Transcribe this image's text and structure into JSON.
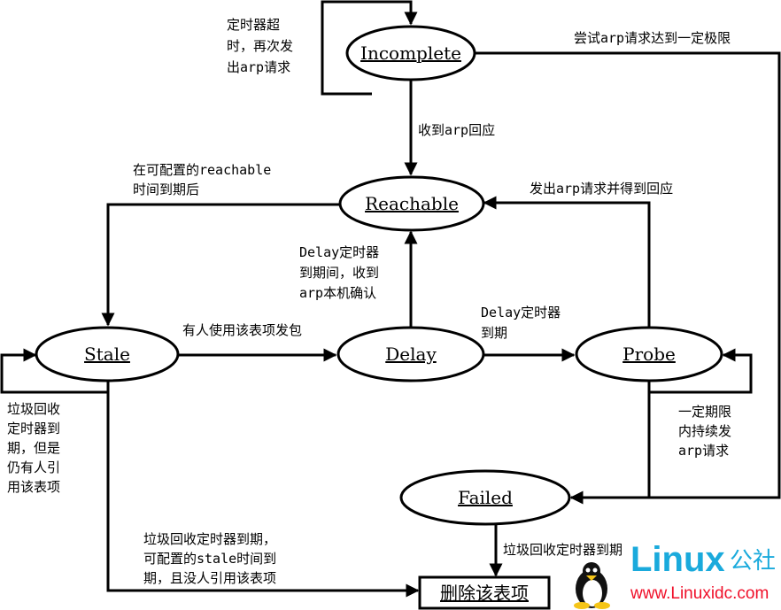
{
  "states": {
    "incomplete": "Incomplete",
    "reachable": "Reachable",
    "stale": "Stale",
    "delay": "Delay",
    "probe": "Probe",
    "failed": "Failed",
    "delete": "删除该表项"
  },
  "transitions": {
    "incomplete_loop": [
      "定时器超",
      "时，再次发",
      "出arp请求"
    ],
    "incomplete_to_failed": "尝试arp请求达到一定极限",
    "incomplete_to_reachable": "收到arp回应",
    "reachable_to_stale": [
      "在可配置的reachable",
      "时间到期后"
    ],
    "probe_to_reachable": "发出arp请求并得到回应",
    "delay_to_reachable": [
      "Delay定时器",
      "到期间，收到",
      "arp本机确认"
    ],
    "stale_to_delay": "有人使用该表项发包",
    "delay_to_probe": [
      "Delay定时器",
      "到期"
    ],
    "stale_loop": [
      "垃圾回收",
      "定时器到",
      "期，但是",
      "仍有人引",
      "用该表项"
    ],
    "probe_loop": [
      "一定期限",
      "内持续发",
      "arp请求"
    ],
    "stale_to_delete": [
      "垃圾回收定时器到期，",
      "可配置的stale时间到",
      "期，且没人引用该表项"
    ],
    "failed_to_delete": "垃圾回收定时器到期"
  },
  "watermark": {
    "brand": "Linux",
    "suffix": "公社",
    "site": "www.Linuxidc.com"
  }
}
